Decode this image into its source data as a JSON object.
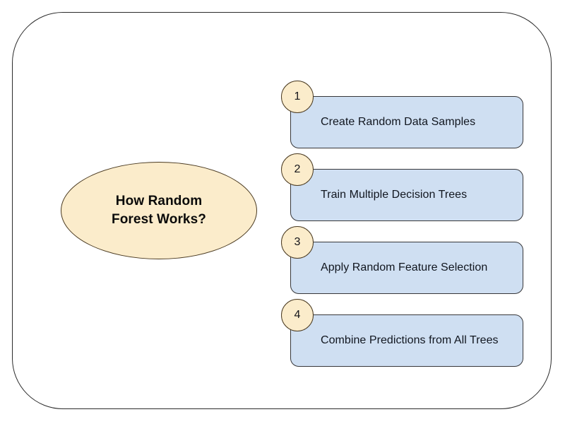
{
  "diagram": {
    "topic": {
      "label": "How Random\nForest Works?",
      "line1": "How Random",
      "line2": "Forest Works?",
      "fill_color": "#fbeccb",
      "border_color": "#4a3a21"
    },
    "steps": [
      {
        "number": "1",
        "label": "Create Random Data Samples"
      },
      {
        "number": "2",
        "label": "Train Multiple Decision Trees"
      },
      {
        "number": "3",
        "label": "Apply Random Feature Selection"
      },
      {
        "number": "4",
        "label": "Combine Predictions from All Trees"
      }
    ],
    "style": {
      "step_box_fill": "#cfdff2",
      "step_box_border": "#37373a",
      "badge_fill": "#fbeccb",
      "badge_border": "#4a3a21",
      "frame_border": "#2b2b2b",
      "background": "#ffffff",
      "text_color": "#11161f"
    }
  }
}
